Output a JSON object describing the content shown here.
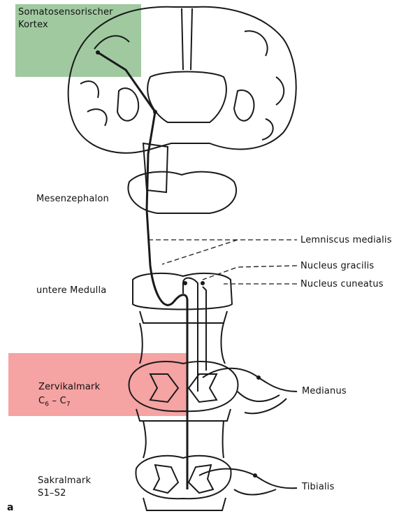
{
  "labels": {
    "cortex_line1": "Somatosensorischer",
    "cortex_line2": "Kortex",
    "mesencephalon": "Mesenzephalon",
    "lemniscus": "Lemniscus medialis",
    "nucleus_gracilis": "Nucleus gracilis",
    "lower_medulla": "untere Medulla",
    "nucleus_cuneatus": "Nucleus cuneatus",
    "cervical_line1": "Zervikalmark",
    "cervical_c1": "C",
    "cervical_s1": "6",
    "cervical_dash": " – C",
    "cervical_s2": "7",
    "medianus": "Medianus",
    "sacral_line1": "Sakralmark",
    "sacral_line2": "S1–S2",
    "tibialis": "Tibialis",
    "figure_letter": "a"
  },
  "colors": {
    "cortex_highlight": "#8fbf8f",
    "cervical_highlight": "#f28c8c",
    "ink": "#1a1a1a"
  }
}
